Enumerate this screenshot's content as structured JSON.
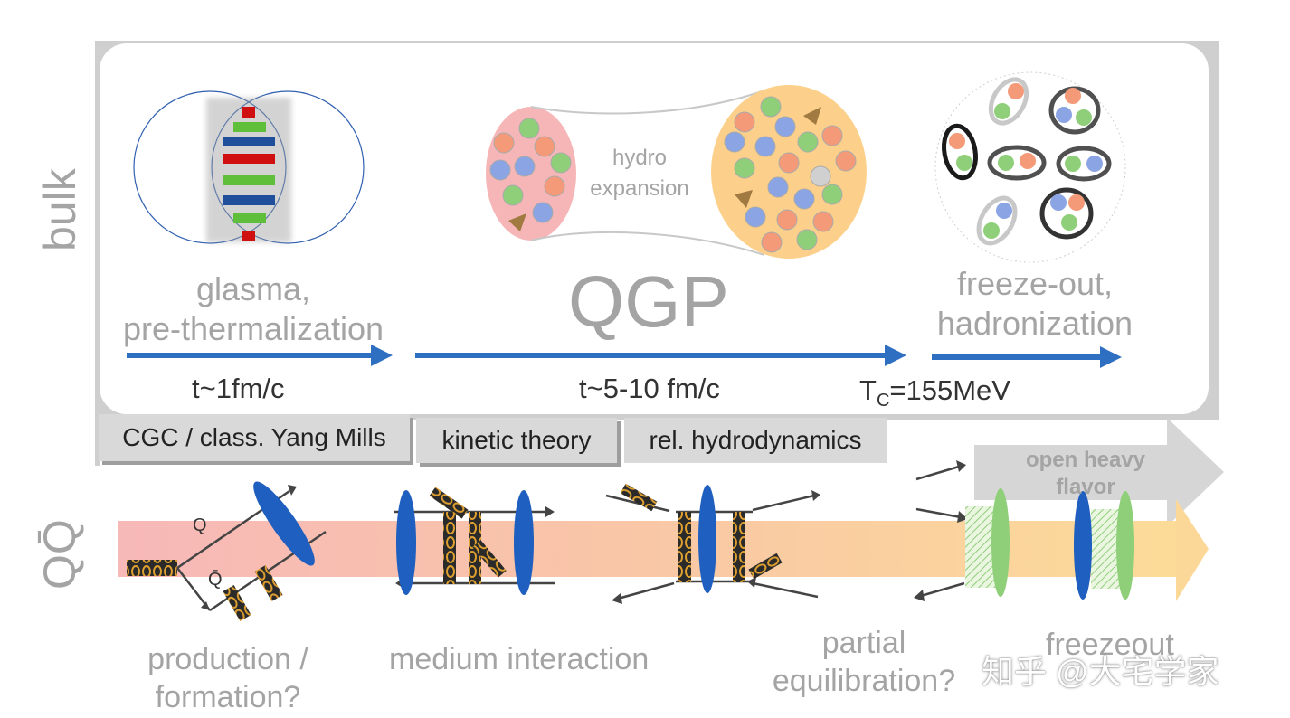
{
  "side_labels": {
    "bulk": "bulk",
    "qq": "QQ̄"
  },
  "stages": {
    "glasma": "glasma,\npre-thermalization",
    "qgp": "QGP",
    "freeze": "freeze-out,\nhadronization"
  },
  "hydro_label": "hydro\nexpansion",
  "times": {
    "t1": "t~1fm/c",
    "t2": "t~5-10 fm/c",
    "tc_prefix": "T",
    "tc_sub": "C",
    "tc_value": "=155MeV"
  },
  "theory_boxes": {
    "cgc": "CGC / class. Yang Mills",
    "kinetic": "kinetic theory",
    "hydro": "rel. hydrodynamics"
  },
  "open_heavy": "open heavy\nflavor",
  "quark_labels": {
    "q": "Q",
    "qbar": "Q̄"
  },
  "bottom_labels": {
    "production": "production /\nformation?",
    "medium": "medium interaction",
    "partial": "partial\nequilibration?",
    "freezeout": "freezeout"
  },
  "watermark": "知乎 @大宅学家",
  "colors": {
    "arrow_blue": "#2f6fc2",
    "ellipse_blue": "#1f5fbf",
    "pink": "#f6bcbc",
    "orange": "#fbd9a0",
    "green": "#8fcf7a",
    "grey_text": "#a4a4a4"
  }
}
